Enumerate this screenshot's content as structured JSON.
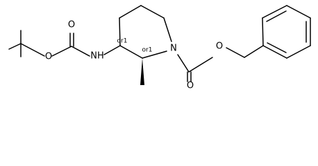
{
  "molecule": {
    "atom_labels": {
      "O_ester_tbu": "O",
      "O_carbonyl_boc": "O",
      "NH": "NH",
      "N_ring": "N",
      "O_carbonyl_cbz": "O",
      "O_ester_bn": "O"
    },
    "stereo_labels": {
      "c3": "or1",
      "c2": "or1"
    },
    "colors": {
      "bond": "#000000",
      "text": "#000000",
      "background": "#ffffff"
    }
  }
}
